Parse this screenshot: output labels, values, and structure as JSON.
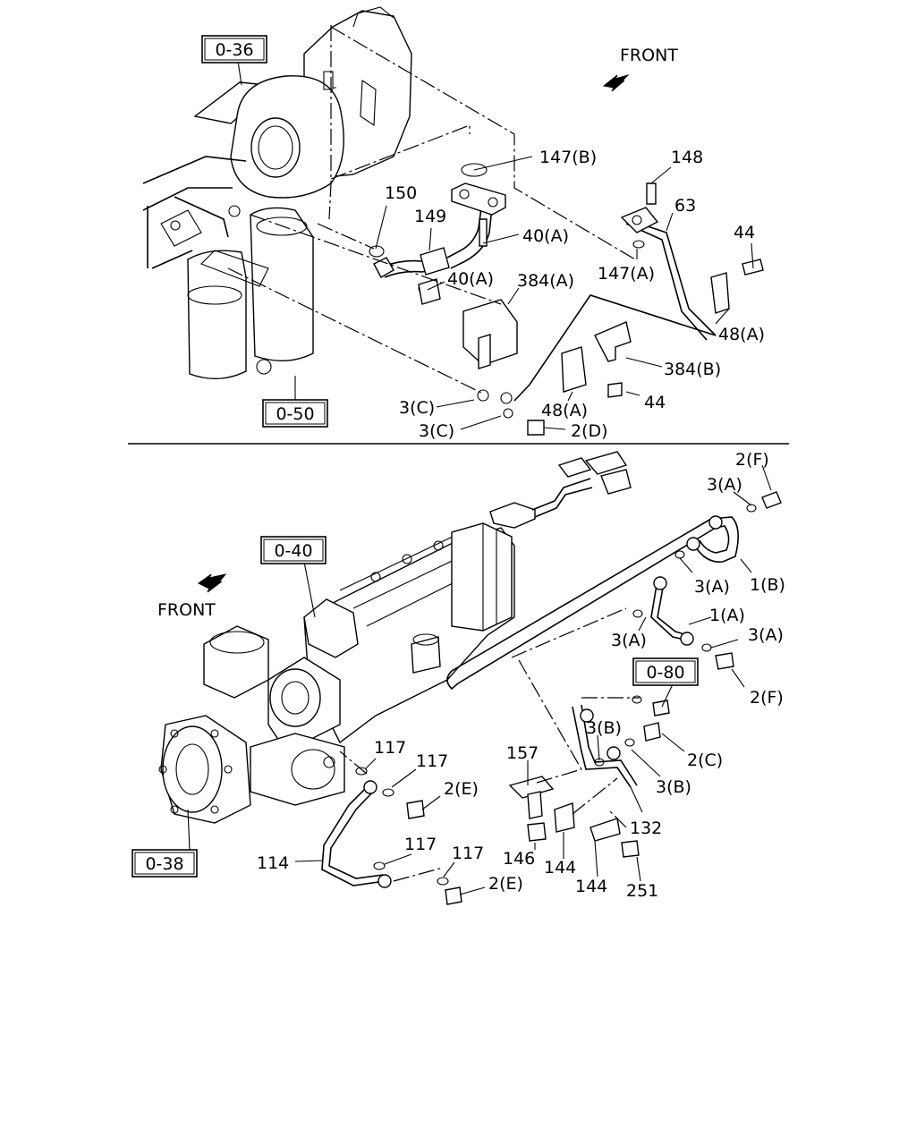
{
  "upper": {
    "front_label": "FRONT",
    "refs": {
      "r036": "0-36",
      "r050": "0-50"
    },
    "labels": {
      "l147b": "147(B)",
      "l148": "148",
      "l150": "150",
      "l149": "149",
      "l63": "63",
      "l40a1": "40(A)",
      "l44a": "44",
      "l40a2": "40(A)",
      "l147a": "147(A)",
      "l384a": "384(A)",
      "l48a1": "48(A)",
      "l384b": "384(B)",
      "l3c1": "3(C)",
      "l44b": "44",
      "l48a2": "48(A)",
      "l3c2": "3(C)",
      "l2d": "2(D)"
    }
  },
  "lower": {
    "front_label": "FRONT",
    "refs": {
      "r040": "0-40",
      "r080": "0-80",
      "r038": "0-38"
    },
    "labels": {
      "l2f1": "2(F)",
      "l3a1": "3(A)",
      "l3a2": "3(A)",
      "l1b": "1(B)",
      "l1a": "1(A)",
      "l3a3": "3(A)",
      "l3a4": "3(A)",
      "l2f2": "2(F)",
      "l3b1": "3(B)",
      "l2c": "2(C)",
      "l3b2": "3(B)",
      "l117a": "117",
      "l117b": "117",
      "l2e1": "2(E)",
      "l157": "157",
      "l132": "132",
      "l114": "114",
      "l117c": "117",
      "l117d": "117",
      "l146": "146",
      "l144a": "144",
      "l2e2": "2(E)",
      "l144b": "144",
      "l251": "251"
    }
  }
}
